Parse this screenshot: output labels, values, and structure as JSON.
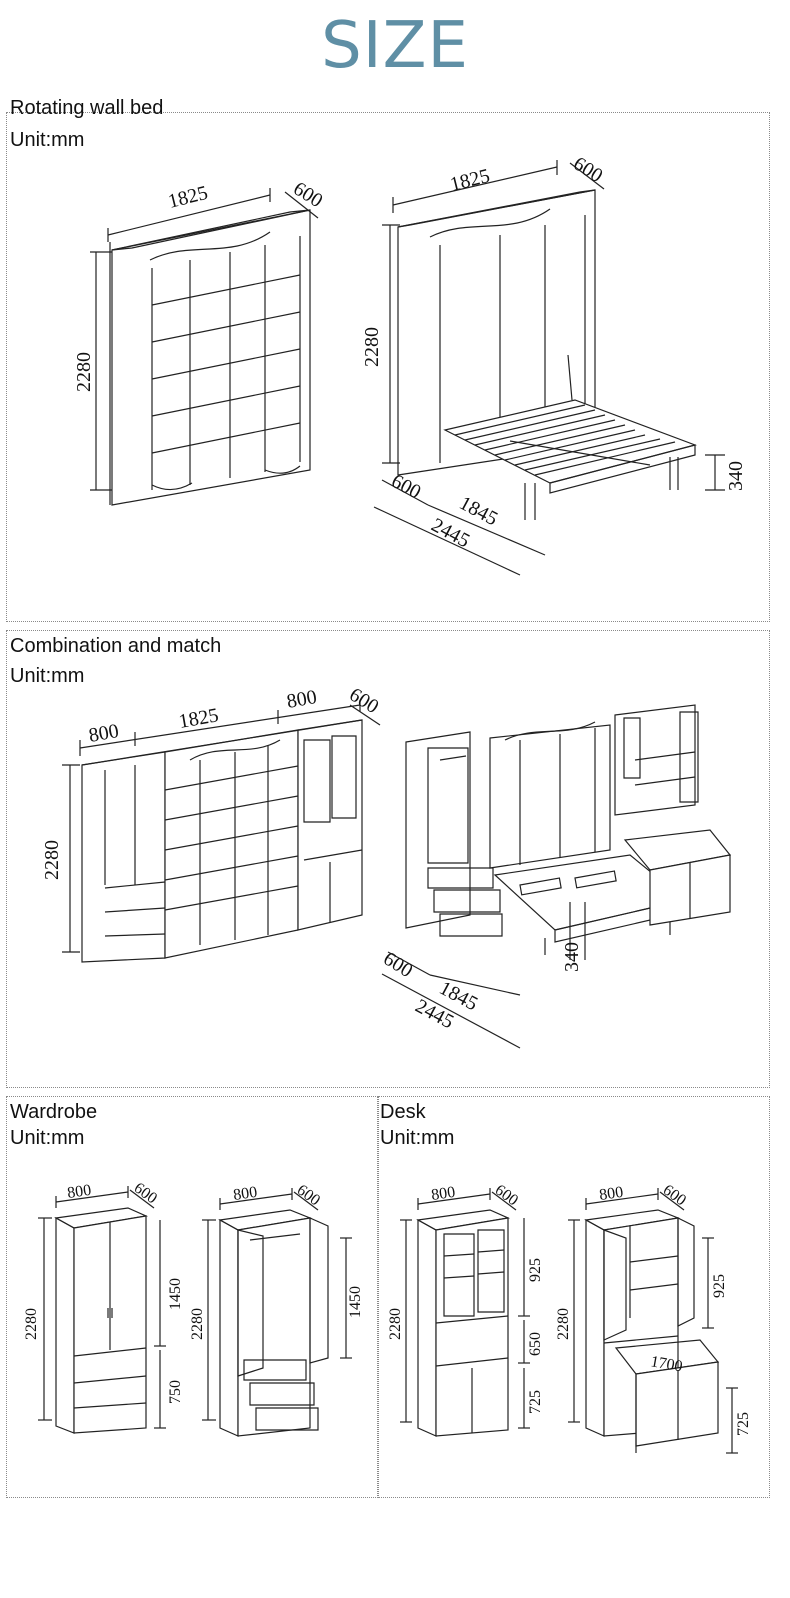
{
  "page": {
    "title": "SIZE",
    "title_color": "#5f8fa5",
    "line_color": "#222222",
    "panel_border": "#8a8a8a"
  },
  "sections": {
    "rotating": {
      "name": "Rotating wall bed",
      "unit": "Unit:mm",
      "closed": {
        "width": "1825",
        "depth": "600",
        "height": "2280"
      },
      "open": {
        "width": "1825",
        "depth": "600",
        "height": "2280",
        "leg": "340",
        "depth_front": "600",
        "bed_length": "1845",
        "total_length": "2445"
      }
    },
    "combination": {
      "name": "Combination and match",
      "unit": "Unit:mm",
      "closed": {
        "left_width": "800",
        "center_width": "1825",
        "right_width": "800",
        "depth": "600",
        "height": "2280"
      },
      "open": {
        "depth_front": "600",
        "bed_length": "1845",
        "total_length": "2445",
        "leg": "340"
      }
    },
    "wardrobe": {
      "name": "Wardrobe",
      "unit": "Unit:mm",
      "closed": {
        "width": "800",
        "depth": "600",
        "height": "2280",
        "upper": "1450",
        "lower": "750"
      },
      "open": {
        "width": "800",
        "depth": "600",
        "height": "2280",
        "upper": "1450"
      }
    },
    "desk": {
      "name": "Desk",
      "unit": "Unit:mm",
      "closed": {
        "width": "800",
        "depth": "600",
        "height": "2280",
        "upper": "925",
        "middle": "650",
        "lower": "725"
      },
      "open": {
        "width": "800",
        "depth": "600",
        "height": "2280",
        "upper": "925",
        "desk_length": "1700",
        "desk_height": "725"
      }
    }
  }
}
